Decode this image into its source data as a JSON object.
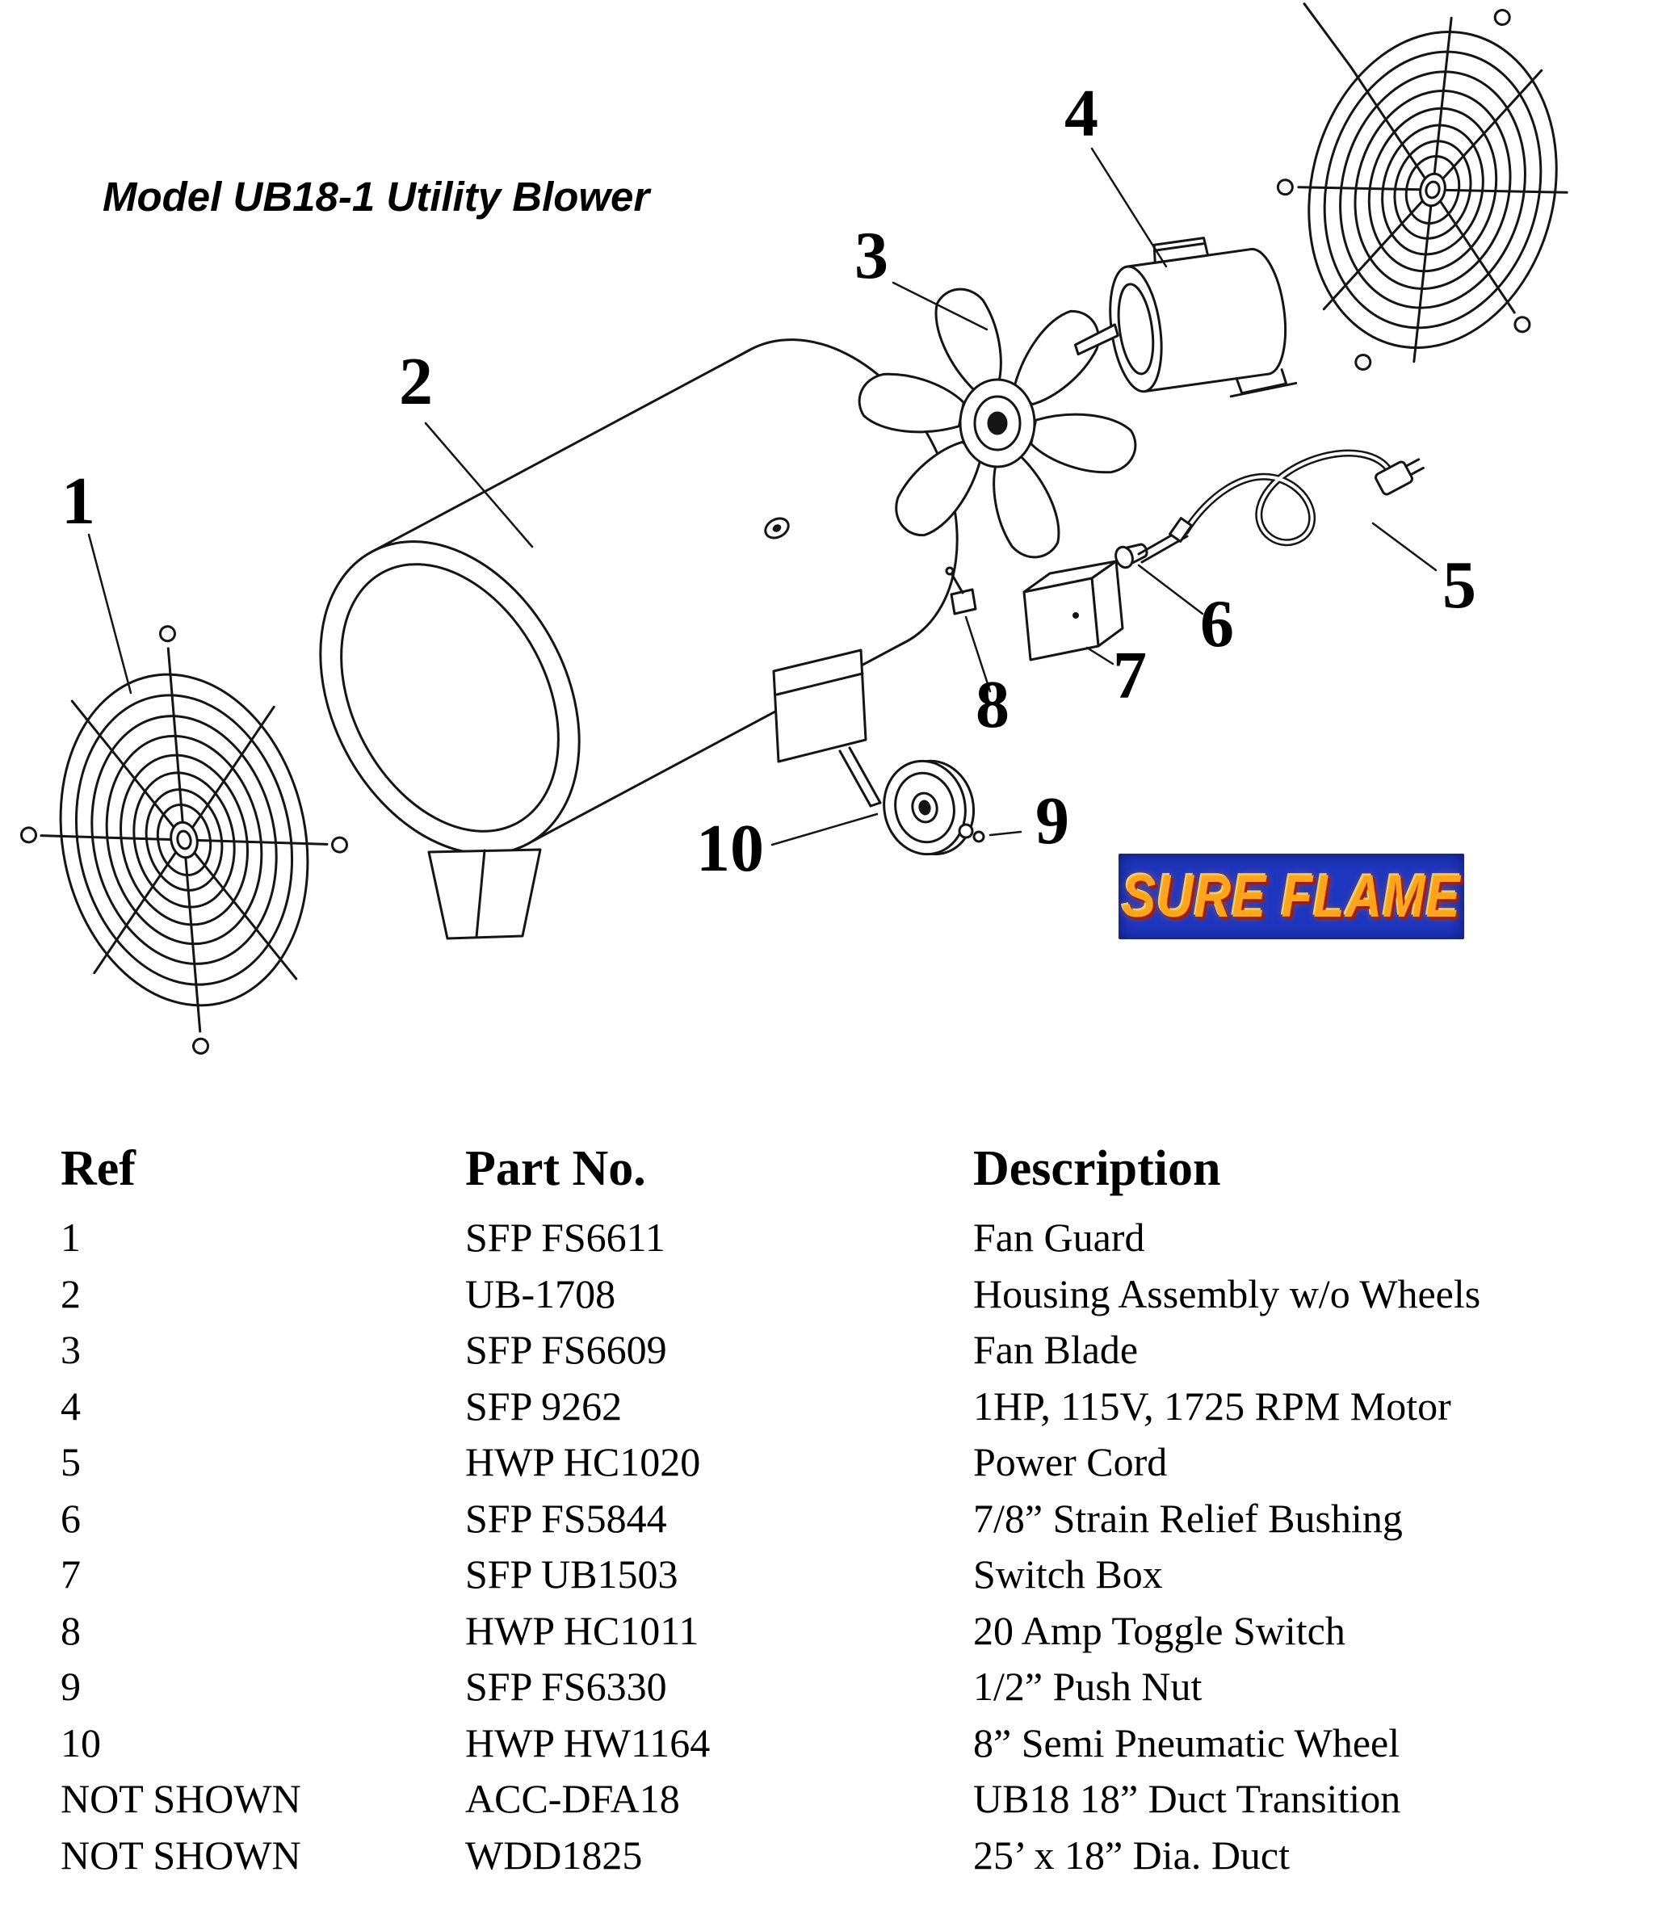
{
  "page": {
    "title": "Model UB18-1 Utility Blower"
  },
  "logo": {
    "text": "SURE FLAME",
    "bg_color": "#1e36c0",
    "text_color": "#ffa41c",
    "outline_color": "#b32500"
  },
  "diagram": {
    "callouts": [
      {
        "n": "1"
      },
      {
        "n": "2"
      },
      {
        "n": "3"
      },
      {
        "n": "4"
      },
      {
        "n": "5"
      },
      {
        "n": "6"
      },
      {
        "n": "7"
      },
      {
        "n": "8"
      },
      {
        "n": "9"
      },
      {
        "n": "10"
      }
    ]
  },
  "table": {
    "headers": [
      "Ref",
      "Part No.",
      "Description"
    ],
    "rows": [
      [
        "1",
        "SFP FS6611",
        "Fan Guard"
      ],
      [
        "2",
        "UB-1708",
        "Housing Assembly w/o Wheels"
      ],
      [
        "3",
        "SFP FS6609",
        "Fan Blade"
      ],
      [
        "4",
        "SFP 9262",
        "1HP, 115V, 1725 RPM Motor"
      ],
      [
        "5",
        "HWP HC1020",
        "Power Cord"
      ],
      [
        "6",
        "SFP FS5844",
        "7/8” Strain Relief Bushing"
      ],
      [
        "7",
        "SFP UB1503",
        "Switch Box"
      ],
      [
        "8",
        "HWP HC1011",
        "20 Amp Toggle Switch"
      ],
      [
        "9",
        "SFP FS6330",
        "1/2” Push Nut"
      ],
      [
        "10",
        "HWP HW1164",
        "8” Semi Pneumatic Wheel"
      ],
      [
        "NOT SHOWN",
        "ACC-DFA18",
        "UB18 18” Duct Transition"
      ],
      [
        "NOT SHOWN",
        "WDD1825",
        "25’ x 18” Dia. Duct"
      ]
    ]
  }
}
